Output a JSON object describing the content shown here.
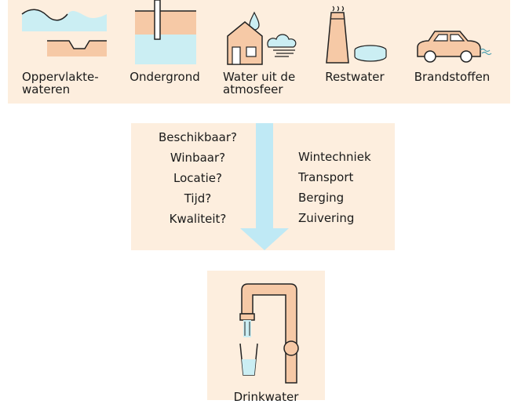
{
  "sources": [
    {
      "name": "surface-water",
      "line1": "Oppervlakte-",
      "line2": "wateren",
      "icon": "waves-icon"
    },
    {
      "name": "groundwater",
      "line1": "Ondergrond",
      "line2": "",
      "icon": "well-icon"
    },
    {
      "name": "atmosphere",
      "line1": "Water uit de",
      "line2": "atmosfeer",
      "icon": "house-cloud-icon"
    },
    {
      "name": "wastewater",
      "line1": "Restwater",
      "line2": "",
      "icon": "chimney-basin-icon"
    },
    {
      "name": "fuels",
      "line1": "Brandstoffen",
      "line2": "",
      "icon": "car-icon"
    }
  ],
  "questions": [
    "Beschikbaar?",
    "Winbaar?",
    "Locatie?",
    "Tijd?",
    "Kwaliteit?"
  ],
  "processes": [
    "Wintechniek",
    "Transport",
    "Berging",
    "Zuivering"
  ],
  "output": {
    "label": "Drinkwater",
    "icon": "tap-icon"
  },
  "colors": {
    "panel": "#fdeede",
    "water": "#cbeef3",
    "arrow": "#bfe9f5",
    "pipe": "#f6c9a6",
    "outline": "#222222"
  }
}
